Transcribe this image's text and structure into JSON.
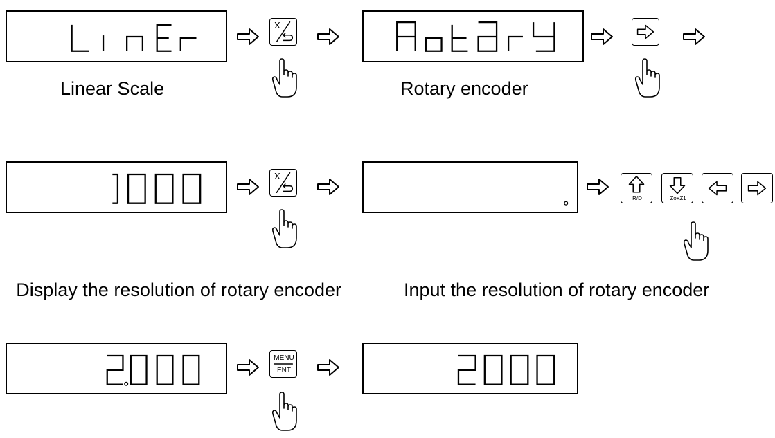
{
  "captions": {
    "linear_scale": "Linear Scale",
    "rotary_encoder": "Rotary encoder",
    "display_resolution": "Display the resolution of rotary encoder",
    "input_resolution": "Input the resolution of rotary encoder"
  },
  "displays": {
    "linear_mode": "LinEr",
    "rotary_mode": "RotArY",
    "resolution_shown": "1000",
    "resolution_blank": "",
    "resolution_edit": "2.000",
    "resolution_confirmed": "2000"
  },
  "keys": {
    "x_select": "X",
    "menu_top": "MENU",
    "menu_bottom": "ENT",
    "up_sub": "R/D",
    "down_sub": "Zo+Z1"
  },
  "icons": [
    "right-arrow-icon",
    "hand-pointer-icon",
    "x-select-key-icon",
    "right-key-icon",
    "up-key-icon",
    "down-key-icon",
    "left-key-icon",
    "menu-ent-key-icon"
  ]
}
